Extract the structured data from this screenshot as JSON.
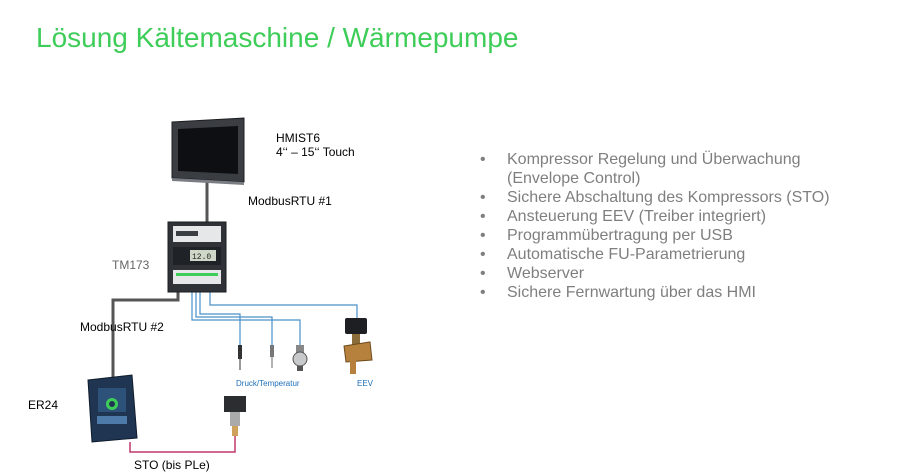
{
  "slide": {
    "title": "Lösung Kältemaschine / Wärmepumpe"
  },
  "diagram": {
    "hmi_name": "HMIST6",
    "hmi_size": "4‘‘ – 15‘‘ Touch",
    "link_top": "ModbusRTU #1",
    "controller": "TM173",
    "link_bottom": "ModbusRTU #2",
    "drive": "ER24",
    "sensor_label": "Druck/Temperatur",
    "valve_label": "EEV",
    "sto_label": "STO (bis PLe)",
    "colors": {
      "modbus_cable": "#555555",
      "sensor_wire": "#4a90c8",
      "sto_wire": "#c0396b",
      "title_green": "#3dcd58"
    }
  },
  "features": [
    "Kompressor Regelung und Überwachung",
    "(Envelope Control)",
    "Sichere Abschaltung des Kompressors (STO)",
    "Ansteuerung EEV (Treiber integriert)",
    "Programmübertragung per USB",
    "Automatische FU-Parametrierung",
    "Webserver",
    "Sichere Fernwartung über das HMI"
  ]
}
